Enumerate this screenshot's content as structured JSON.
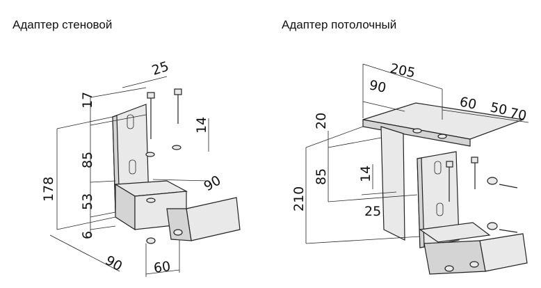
{
  "captions": {
    "wall": "Адаптер стеновой",
    "ceiling": "Адаптер потолочный"
  },
  "wall_dims": {
    "d25": "25",
    "d17": "17",
    "d14": "14",
    "d85": "85",
    "d178": "178",
    "d90_side": "90",
    "d53": "53",
    "d6": "6",
    "d90_bottom": "90",
    "d60": "60"
  },
  "ceiling_dims": {
    "d205": "205",
    "d90": "90",
    "d60": "60",
    "d50": "50",
    "d70": "70",
    "d20": "20",
    "d85": "85",
    "d210": "210",
    "d14": "14",
    "d25": "25"
  }
}
